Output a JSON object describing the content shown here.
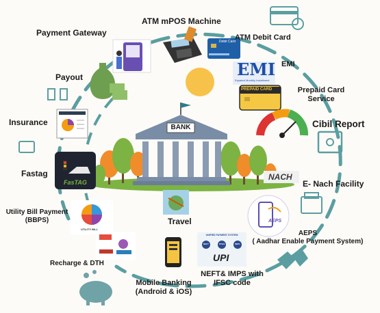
{
  "services": [
    {
      "id": "atm_mpos",
      "label": "ATM mPOS Machine"
    },
    {
      "id": "payment_gateway",
      "label": "Payment Gateway"
    },
    {
      "id": "atm_debit_card",
      "label": "ATM Debit Card"
    },
    {
      "id": "emi",
      "label": "EMI"
    },
    {
      "id": "payout",
      "label": "Payout"
    },
    {
      "id": "prepaid_card",
      "line1": "Prepaid Card",
      "line2": "Service"
    },
    {
      "id": "insurance",
      "label": "Insurance"
    },
    {
      "id": "cibil",
      "label": "Cibil Report"
    },
    {
      "id": "fastag",
      "label": "Fastag"
    },
    {
      "id": "enach",
      "label": "E- Nach Facility"
    },
    {
      "id": "bbps",
      "line1": "Utility Bill Payment",
      "line2": "(BBPS)"
    },
    {
      "id": "travel",
      "label": "Travel"
    },
    {
      "id": "aeps",
      "line1": "AEPS",
      "line2": "( Aadhar Enable Payment System)"
    },
    {
      "id": "recharge",
      "label": "Recharge & DTH"
    },
    {
      "id": "neft",
      "line1": "NEFT& IMPS with",
      "line2": "IFSC code"
    },
    {
      "id": "mobile",
      "line1": "Mobile Banking",
      "line2": "(Android & iOS)"
    }
  ],
  "center": {
    "bank_sign": "BANK"
  },
  "logos": {
    "emi": "EMI",
    "emi_sub": "Equated Monthly Installment",
    "prepaid": "PREPAID CARD",
    "fastag": "FasTAG",
    "nach": "NACH",
    "aeps": "AEPS",
    "upi": "UPI",
    "upi_header": "UNIFIED PAYMENT SYSTEM",
    "upi_nodes": [
      "NEFT",
      "RTGS",
      "IMPS"
    ],
    "bbps_caption": "UTILITY BILL",
    "debit_card": "Debit Card"
  },
  "colors": {
    "teal": "#5a9ea1",
    "tree_green": "#7cb342",
    "tree_orange": "#f08c2a",
    "sun": "#f7c24a",
    "bank_blue": "#7a8da6",
    "money_green": "#6e9e4f",
    "piggy": "#6fa3a8"
  }
}
